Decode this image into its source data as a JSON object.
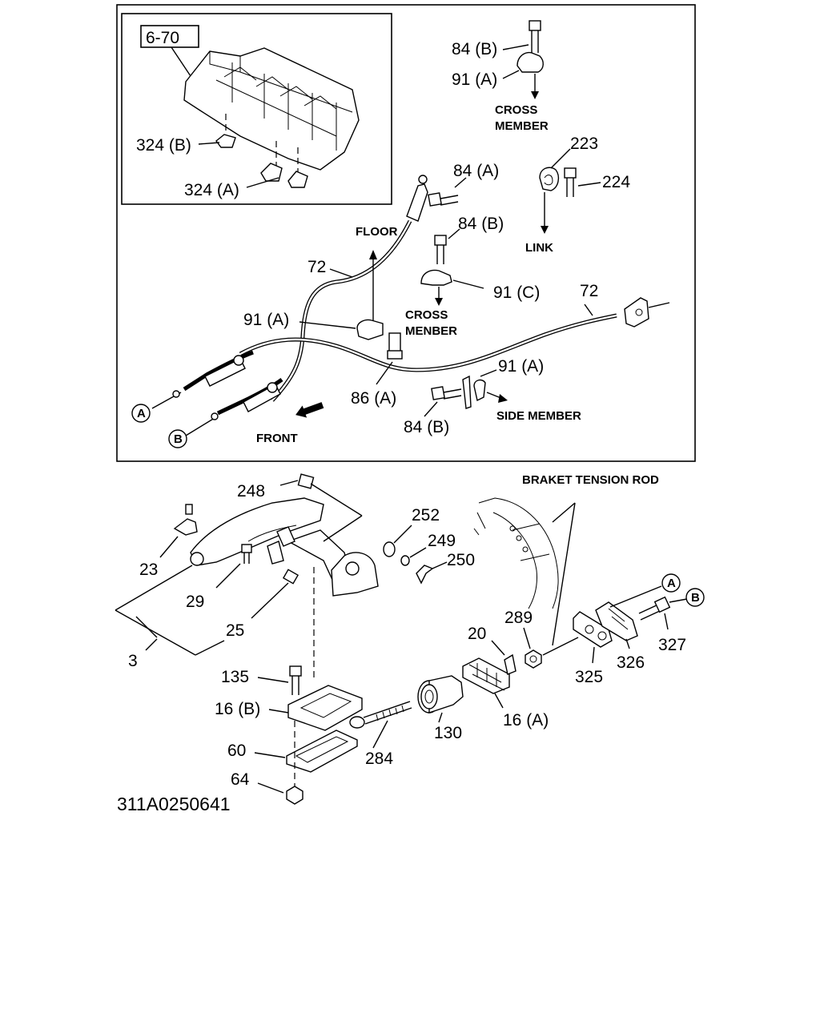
{
  "diagram": {
    "code": "311A0250641",
    "inset_ref": "6-70",
    "labels": {
      "b84_top": "84 (B)",
      "c91a_top": "91 (A)",
      "cross1": "CROSS",
      "member1": "MEMBER",
      "p223": "223",
      "p224": "224",
      "link": "LINK",
      "p324b": "324 (B)",
      "p324a": "324 (A)",
      "b84a": "84 (A)",
      "floor": "FLOOR",
      "b84b_mid": "84 (B)",
      "p72_left": "72",
      "c91c": "91 (C)",
      "p72_right": "72",
      "cross2": "CROSS",
      "member2": "MENBER",
      "c91a_left": "91 (A)",
      "b86a": "86 (A)",
      "c91a_right": "91 (A)",
      "side_member": "SIDE MEMBER",
      "b84b_bottom": "84 (B)",
      "front": "FRONT",
      "circle_a": "A",
      "circle_b": "B",
      "bracket": "BRAKET TENSION ROD",
      "p248": "248",
      "p252": "252",
      "p249": "249",
      "p250": "250",
      "p23": "23",
      "p29": "29",
      "p25": "25",
      "p3": "3",
      "p289": "289",
      "p20": "20",
      "p325": "325",
      "p326": "326",
      "p327": "327",
      "circle_a2": "A",
      "circle_b2": "B",
      "p135": "135",
      "p16b": "16 (B)",
      "p60": "60",
      "p64": "64",
      "p284": "284",
      "p130": "130",
      "p16a": "16 (A)"
    }
  }
}
